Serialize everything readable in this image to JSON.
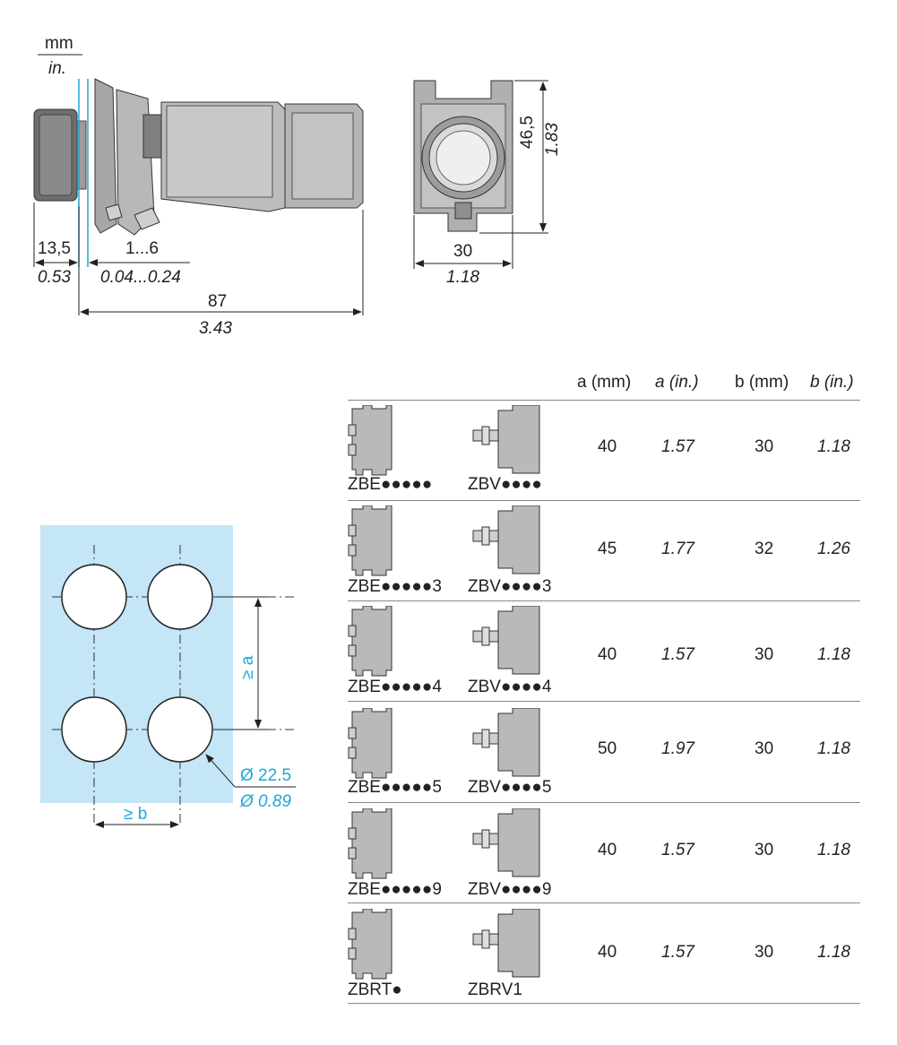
{
  "units": {
    "mm": "mm",
    "in": "in."
  },
  "side_view": {
    "dim_head_mm": "13,5",
    "dim_head_in": "0.53",
    "dim_panel_mm": "1...6",
    "dim_panel_in": "0.04...0.24",
    "dim_length_mm": "87",
    "dim_length_in": "3.43"
  },
  "front_view": {
    "dim_height_mm": "46,5",
    "dim_height_in": "1.83",
    "dim_width_mm": "30",
    "dim_width_in": "1.18"
  },
  "cutout": {
    "spacing_a": "≥ a",
    "spacing_b": "≥ b",
    "hole_mm": "Ø 22.5",
    "hole_in": "Ø 0.89"
  },
  "table": {
    "headers": {
      "a_mm": "a (mm)",
      "a_in": "a (in.)",
      "b_mm": "b (mm)",
      "b_in": "b (in.)"
    },
    "rows": [
      {
        "code1": "ZBE●●●●●",
        "code2": "ZBV●●●●",
        "a_mm": "40",
        "a_in": "1.57",
        "b_mm": "30",
        "b_in": "1.18"
      },
      {
        "code1": "ZBE●●●●●3",
        "code2": "ZBV●●●●3",
        "a_mm": "45",
        "a_in": "1.77",
        "b_mm": "32",
        "b_in": "1.26"
      },
      {
        "code1": "ZBE●●●●●4",
        "code2": "ZBV●●●●4",
        "a_mm": "40",
        "a_in": "1.57",
        "b_mm": "30",
        "b_in": "1.18"
      },
      {
        "code1": "ZBE●●●●●5",
        "code2": "ZBV●●●●5",
        "a_mm": "50",
        "a_in": "1.97",
        "b_mm": "30",
        "b_in": "1.18"
      },
      {
        "code1": "ZBE●●●●●9",
        "code2": "ZBV●●●●9",
        "a_mm": "40",
        "a_in": "1.57",
        "b_mm": "30",
        "b_in": "1.18"
      },
      {
        "code1": "ZBRT●",
        "code2": "ZBRV1",
        "a_mm": "40",
        "a_in": "1.57",
        "b_mm": "30",
        "b_in": "1.18"
      }
    ]
  }
}
